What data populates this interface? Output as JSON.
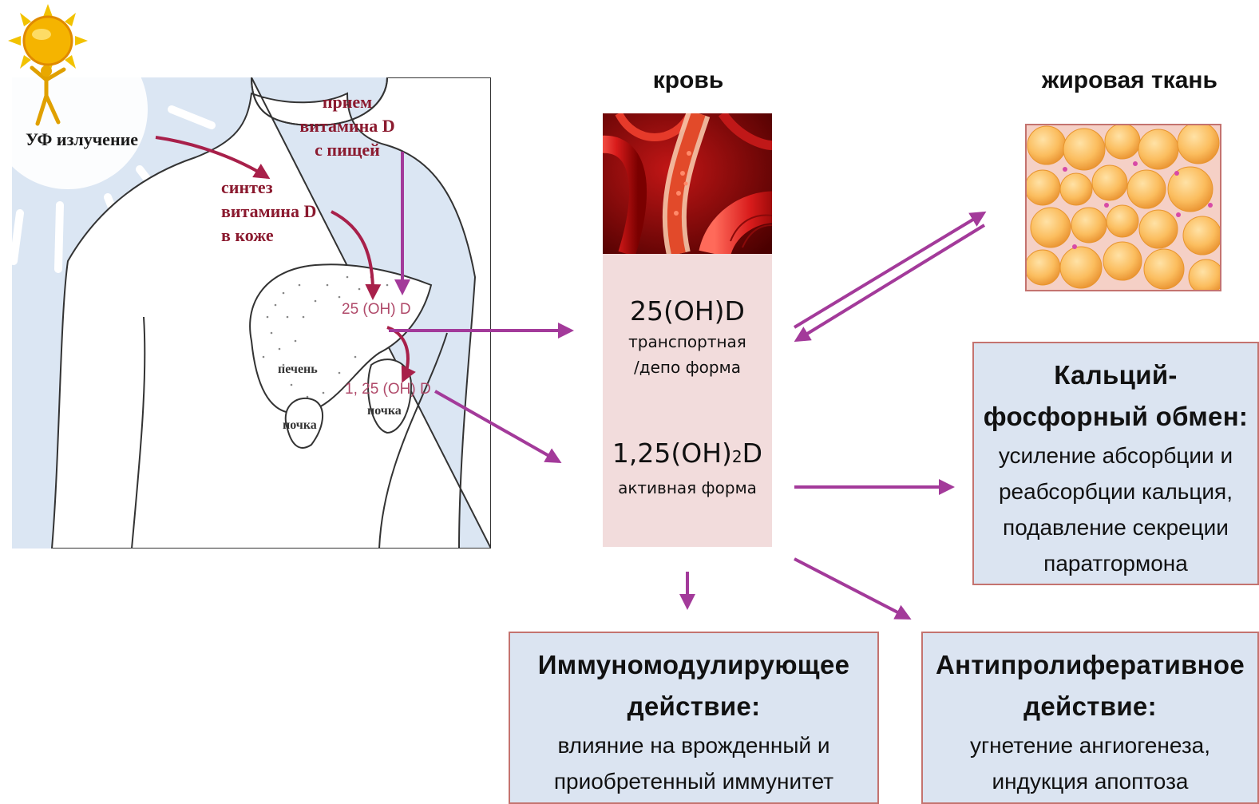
{
  "body_panel": {
    "uv_label": "УФ излучение",
    "intake_lines": [
      "прием",
      "витамина D",
      "с пищей"
    ],
    "synthesis_lines": [
      "синтез",
      "витамина D",
      "в коже"
    ],
    "liver_metabolite": "25 (OH) D",
    "liver_label": "печень",
    "kidney_metabolite": "1, 25 (OH) D",
    "kidney_label_left": "почка",
    "kidney_label_right": "почка"
  },
  "blood": {
    "heading": "кровь",
    "form1_name": "25(OH)D",
    "form1_desc_lines": [
      "транспортная",
      "/депо форма"
    ],
    "form2_name_prefix": "1,25(OH)",
    "form2_name_sub": "2",
    "form2_name_suffix": "D",
    "form2_desc": "активная форма"
  },
  "adipose": {
    "heading": "жировая ткань"
  },
  "effects": {
    "calcium": {
      "title_lines": [
        "Кальций-",
        "фосфорный обмен:"
      ],
      "desc_lines": [
        "усиление абсорбции и",
        "реабсорбции кальция,",
        "подавление секреции",
        "паратгормона"
      ]
    },
    "immune": {
      "title_lines": [
        "Иммуномодулирующее",
        "действие:"
      ],
      "desc_lines": [
        "влияние на врожденный и",
        "приобретенный иммунитет"
      ]
    },
    "antiprolif": {
      "title_lines": [
        "Антипролиферативное",
        "действие:"
      ],
      "desc_lines": [
        "угнетение ангиогенеза,",
        "индукция апоптоза"
      ]
    }
  },
  "colors": {
    "arrow": "#a33a9a",
    "label_red": "#8b1a2f",
    "box_fill": "#dbe4f1",
    "box_border": "#c4736f",
    "blood_panel": "#f2dcdc",
    "body_bg": "#dbe6f3"
  }
}
